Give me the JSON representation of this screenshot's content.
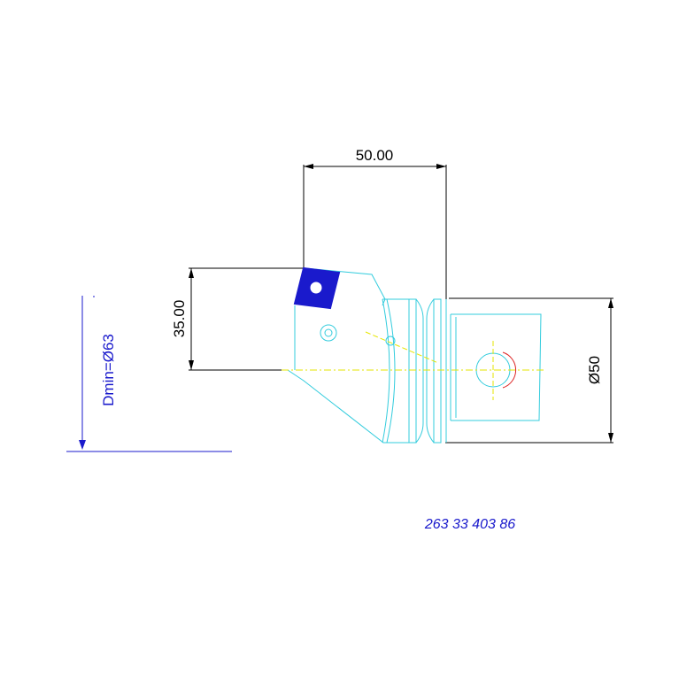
{
  "drawing": {
    "dim_width": "50.00",
    "dim_height": "35.00",
    "dim_shank_diameter": "Ø50",
    "dmin_label": "Dmin=Ø63",
    "part_number": "263 33 403 86"
  },
  "colors": {
    "outline": "#33ccdd",
    "dimension": "#000000",
    "insert": "#1a1acc",
    "centerline": "#e6e600",
    "hole_arc": "#dd2222"
  }
}
